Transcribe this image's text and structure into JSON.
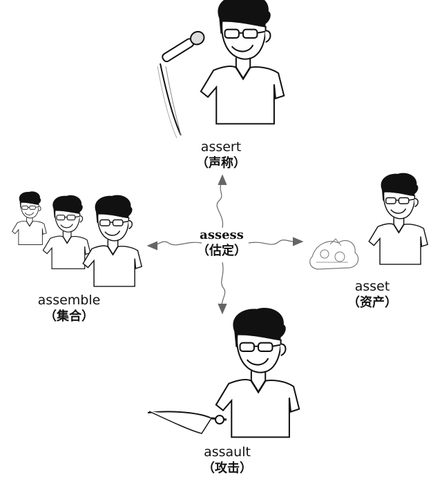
{
  "center": {
    "word": "assess",
    "meaning": "（估定）"
  },
  "branches": {
    "top": {
      "word": "assert",
      "meaning": "（声称）"
    },
    "left": {
      "word": "assemble",
      "meaning": "（集合）"
    },
    "right": {
      "word": "asset",
      "meaning": "（资产）"
    },
    "bottom": {
      "word": "assault",
      "meaning": "（攻击）"
    }
  },
  "colors": {
    "line": "#111111",
    "arrow": "#666666",
    "hair": "#111111",
    "skin": "#ffffff"
  }
}
